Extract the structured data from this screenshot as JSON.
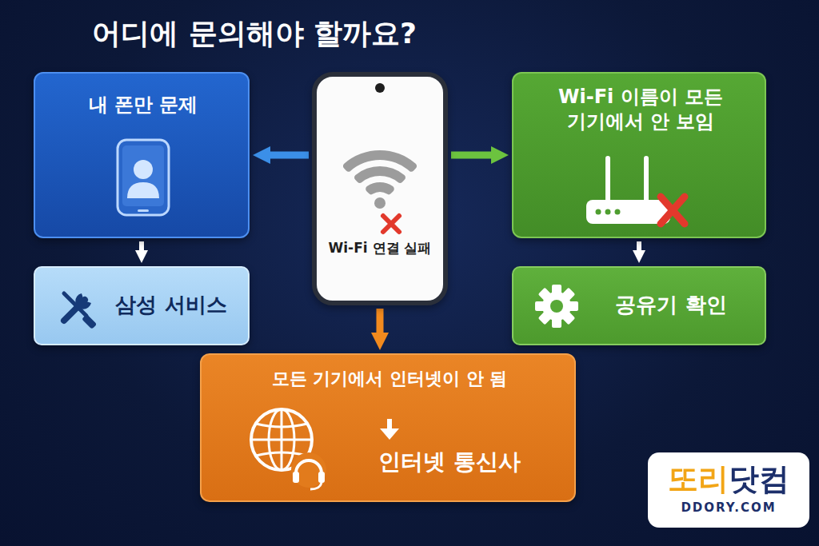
{
  "diagram": {
    "title": "어디에 문의해야 할까요?",
    "nodes": [
      {
        "text": [
          "내 폰만 문제"
        ]
      },
      {
        "text": [
          "Wi-Fi 연결 실패"
        ]
      },
      {
        "text": [
          "Wi-Fi 이름이 모든 기기에서 안 보임"
        ]
      },
      {
        "text": [
          "삼성 서비스"
        ]
      },
      {
        "text": [
          "공유기 확인"
        ]
      },
      {
        "text": [
          "모든 기기에서 인터넷이 안 됨",
          "인터넷 통신사"
        ]
      }
    ],
    "edges": [
      {
        "from": 1,
        "to": 0,
        "arrow": "to"
      },
      {
        "from": 1,
        "to": 2,
        "arrow": "to"
      },
      {
        "from": 0,
        "to": 3,
        "arrow": "to"
      },
      {
        "from": 2,
        "to": 4,
        "arrow": "to"
      },
      {
        "from": 1,
        "to": 5,
        "arrow": "to"
      }
    ],
    "labels": [
      "또리닷컴",
      "DDORY.COM"
    ]
  }
}
